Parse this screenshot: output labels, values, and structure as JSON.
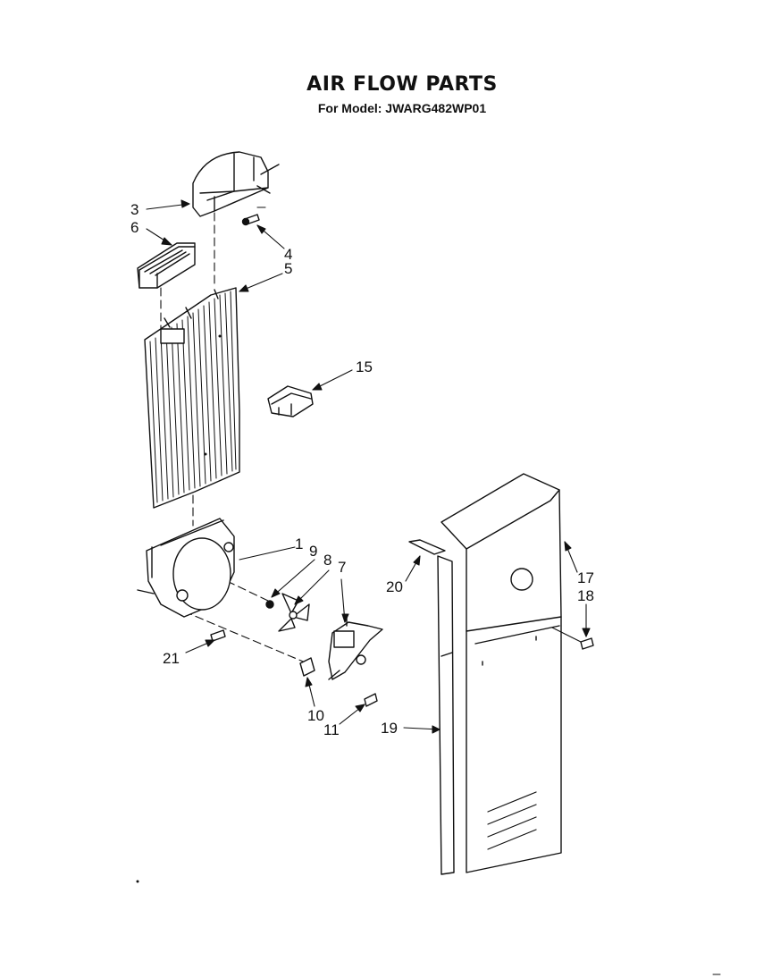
{
  "title": "AIR FLOW PARTS",
  "subtitle": "For Model: JWARG482WP01",
  "callouts": {
    "c1": "1",
    "c3": "3",
    "c4": "4",
    "c5": "5",
    "c6": "6",
    "c7": "7",
    "c8": "8",
    "c9": "9",
    "c10": "10",
    "c11": "11",
    "c15": "15",
    "c17": "17",
    "c18": "18",
    "c19": "19",
    "c20": "20",
    "c21": "21"
  }
}
